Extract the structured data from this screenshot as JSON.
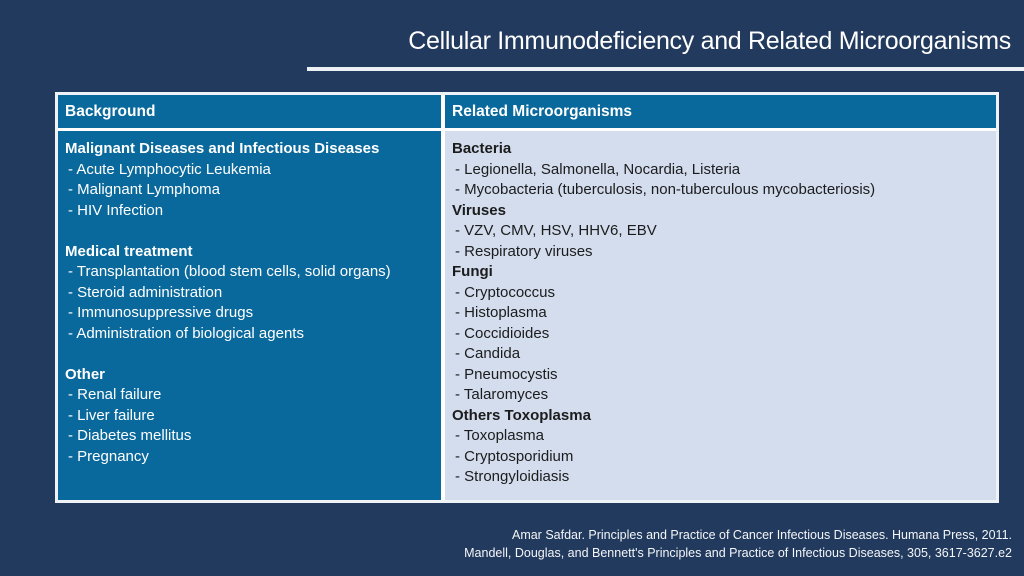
{
  "title": "Cellular Immunodeficiency and Related Microorganisms",
  "colors": {
    "slide_background": "#223A5E",
    "table_header_blue": "#0A699C",
    "table_left_cell_blue": "#0A699C",
    "table_right_cell_light": "#D3DDEE",
    "underline_white": "#EDF1F6",
    "left_text": "#FFFFFF",
    "right_text": "#1C1C1C"
  },
  "table": {
    "headers": {
      "background": "Background",
      "related": "Related Microorganisms"
    },
    "background_sections": [
      {
        "heading": "Malignant Diseases and Infectious Diseases",
        "items": [
          "- Acute Lymphocytic Leukemia",
          "- Malignant Lymphoma",
          "- HIV Infection"
        ]
      },
      {
        "heading": "Medical treatment",
        "items": [
          "- Transplantation (blood stem cells, solid organs)",
          "- Steroid administration",
          "- Immunosuppressive drugs",
          "- Administration of biological agents"
        ]
      },
      {
        "heading": "Other",
        "items": [
          "- Renal failure",
          "- Liver failure",
          "- Diabetes mellitus",
          "- Pregnancy"
        ]
      }
    ],
    "microorganism_sections": [
      {
        "heading": "Bacteria",
        "items": [
          "- Legionella, Salmonella, Nocardia, Listeria",
          "- Mycobacteria (tuberculosis, non-tuberculous mycobacteriosis)"
        ]
      },
      {
        "heading": "Viruses",
        "items": [
          "- VZV, CMV, HSV, HHV6, EBV",
          "- Respiratory viruses"
        ]
      },
      {
        "heading": "Fungi",
        "items": [
          "- Cryptococcus",
          "- Histoplasma",
          "- Coccidioides",
          "- Candida",
          "- Pneumocystis",
          "- Talaromyces"
        ]
      },
      {
        "heading": "Others Toxoplasma",
        "items": [
          "- Toxoplasma",
          "- Cryptosporidium",
          "- Strongyloidiasis"
        ]
      }
    ]
  },
  "footer": {
    "line1": "Amar Safdar. Principles and Practice of Cancer Infectious Diseases. Humana Press, 2011.",
    "line2": "Mandell, Douglas, and Bennett's Principles and Practice of Infectious Diseases, 305, 3617-3627.e2"
  }
}
